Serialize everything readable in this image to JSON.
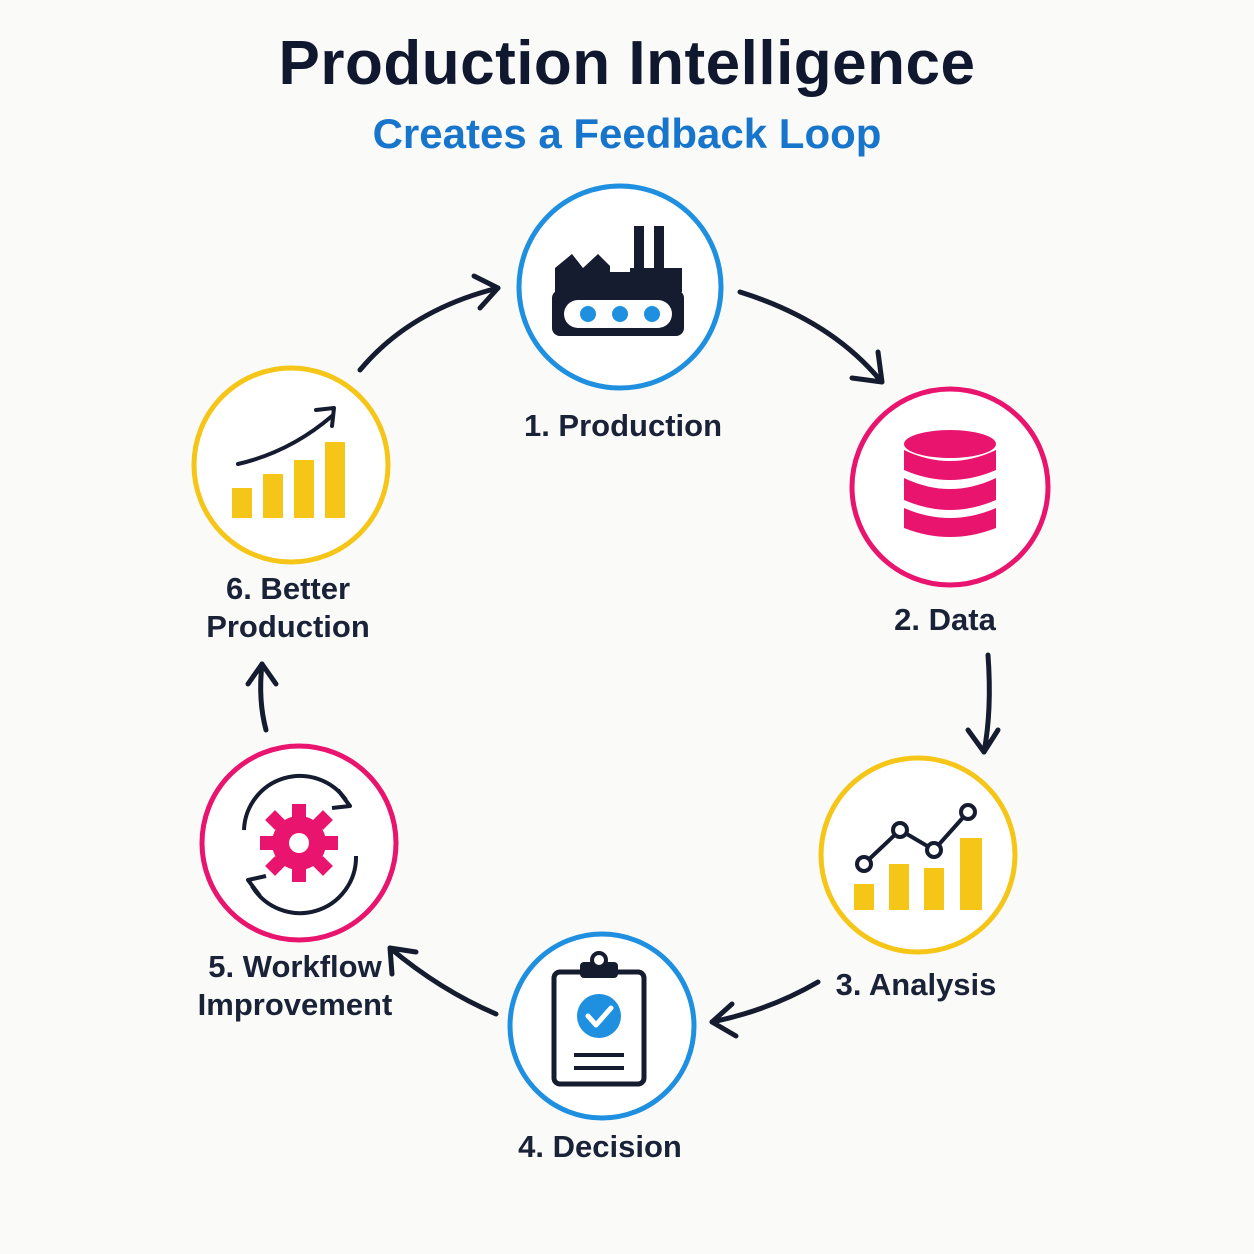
{
  "header": {
    "title": "Production Intelligence",
    "subtitle": "Creates a Feedback Loop"
  },
  "colors": {
    "dark": "#151c30",
    "blue": "#1f8fe0",
    "pink": "#e8146e",
    "yellow": "#f5c518",
    "subtitle_blue": "#1776cc"
  },
  "steps": [
    {
      "label": "1. Production",
      "icon": "factory-icon",
      "ring_color": "#1f8fe0"
    },
    {
      "label": "2. Data",
      "icon": "database-icon",
      "ring_color": "#e8146e"
    },
    {
      "label": "3. Analysis",
      "icon": "analytics-chart-icon",
      "ring_color": "#f5c518"
    },
    {
      "label": "4. Decision",
      "icon": "clipboard-check-icon",
      "ring_color": "#1f8fe0"
    },
    {
      "label_line1": "5. Workflow",
      "label_line2": "Improvement",
      "icon": "gear-cycle-icon",
      "ring_color": "#e8146e"
    },
    {
      "label_line1": "6. Better",
      "label_line2": "Production",
      "icon": "growth-chart-icon",
      "ring_color": "#f5c518"
    }
  ]
}
